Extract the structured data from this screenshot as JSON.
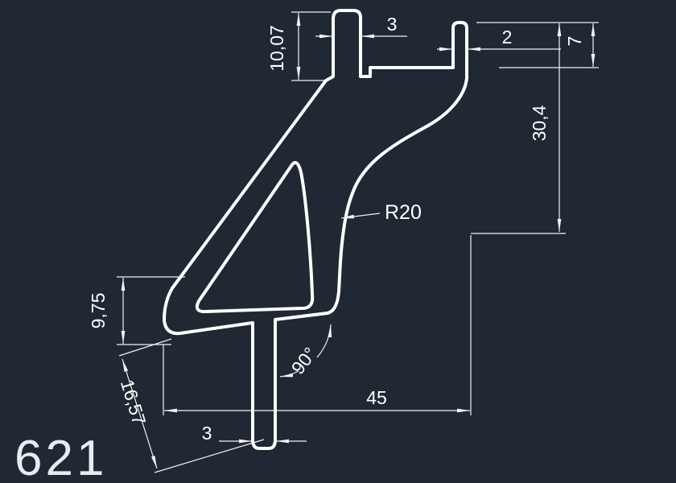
{
  "drawing": {
    "part_number": "621",
    "dimensions": {
      "top_height": "10,07",
      "top_prong_width": "3",
      "right_prong_width": "2",
      "right_prong_height": "7",
      "right_height": "30,4",
      "radius": "R20",
      "foot_height": "9,75",
      "foot_length": "16,57",
      "angle": "90°",
      "overall_width": "45",
      "stem_width": "3"
    },
    "colors": {
      "background": "#202833",
      "line": "#ffffff"
    }
  }
}
